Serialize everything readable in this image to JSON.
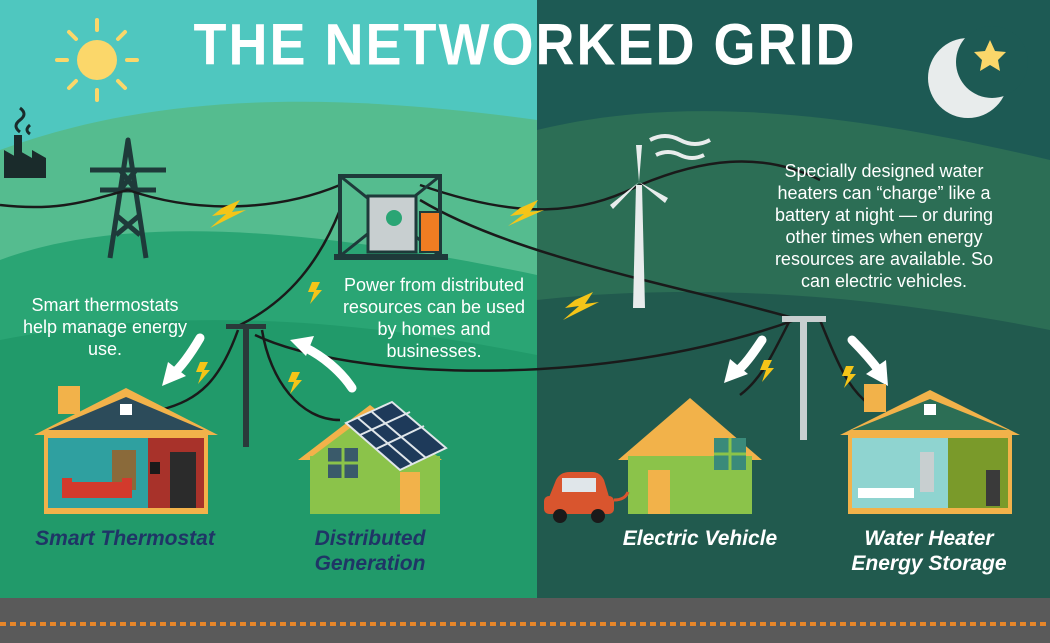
{
  "title": "THE NETWORKED GRID",
  "notes": {
    "thermostat": "Smart thermostats help manage energy use.",
    "distributed": "Power from distributed resources can be used by homes and businesses.",
    "water_heater": "Specially designed water heaters can “charge” like a battery at night — or during other times when energy resources are available. So can electric vehicles."
  },
  "captions": {
    "thermostat": "Smart Thermostat",
    "distributed_line1": "Distributed",
    "distributed_line2": "Generation",
    "ev": "Electric Vehicle",
    "water_line1": "Water Heater",
    "water_line2": "Energy Storage"
  },
  "colors": {
    "day_sky": "#4fc7bf",
    "night_sky": "#1d5a54",
    "day_caption": "#1f3566",
    "night_caption": "#ffffff",
    "sun": "#fbd76a",
    "moon": "#e8ecec",
    "road": "#5a5a5a",
    "road_dash": "#e6862a"
  },
  "icons": [
    "sun-icon",
    "moon-icon",
    "star-icon",
    "factory-icon",
    "transmission-tower-icon",
    "substation-icon",
    "wind-turbine-icon",
    "lightning-bolt-icon",
    "solar-panel-icon",
    "electric-car-icon",
    "house-icon"
  ]
}
